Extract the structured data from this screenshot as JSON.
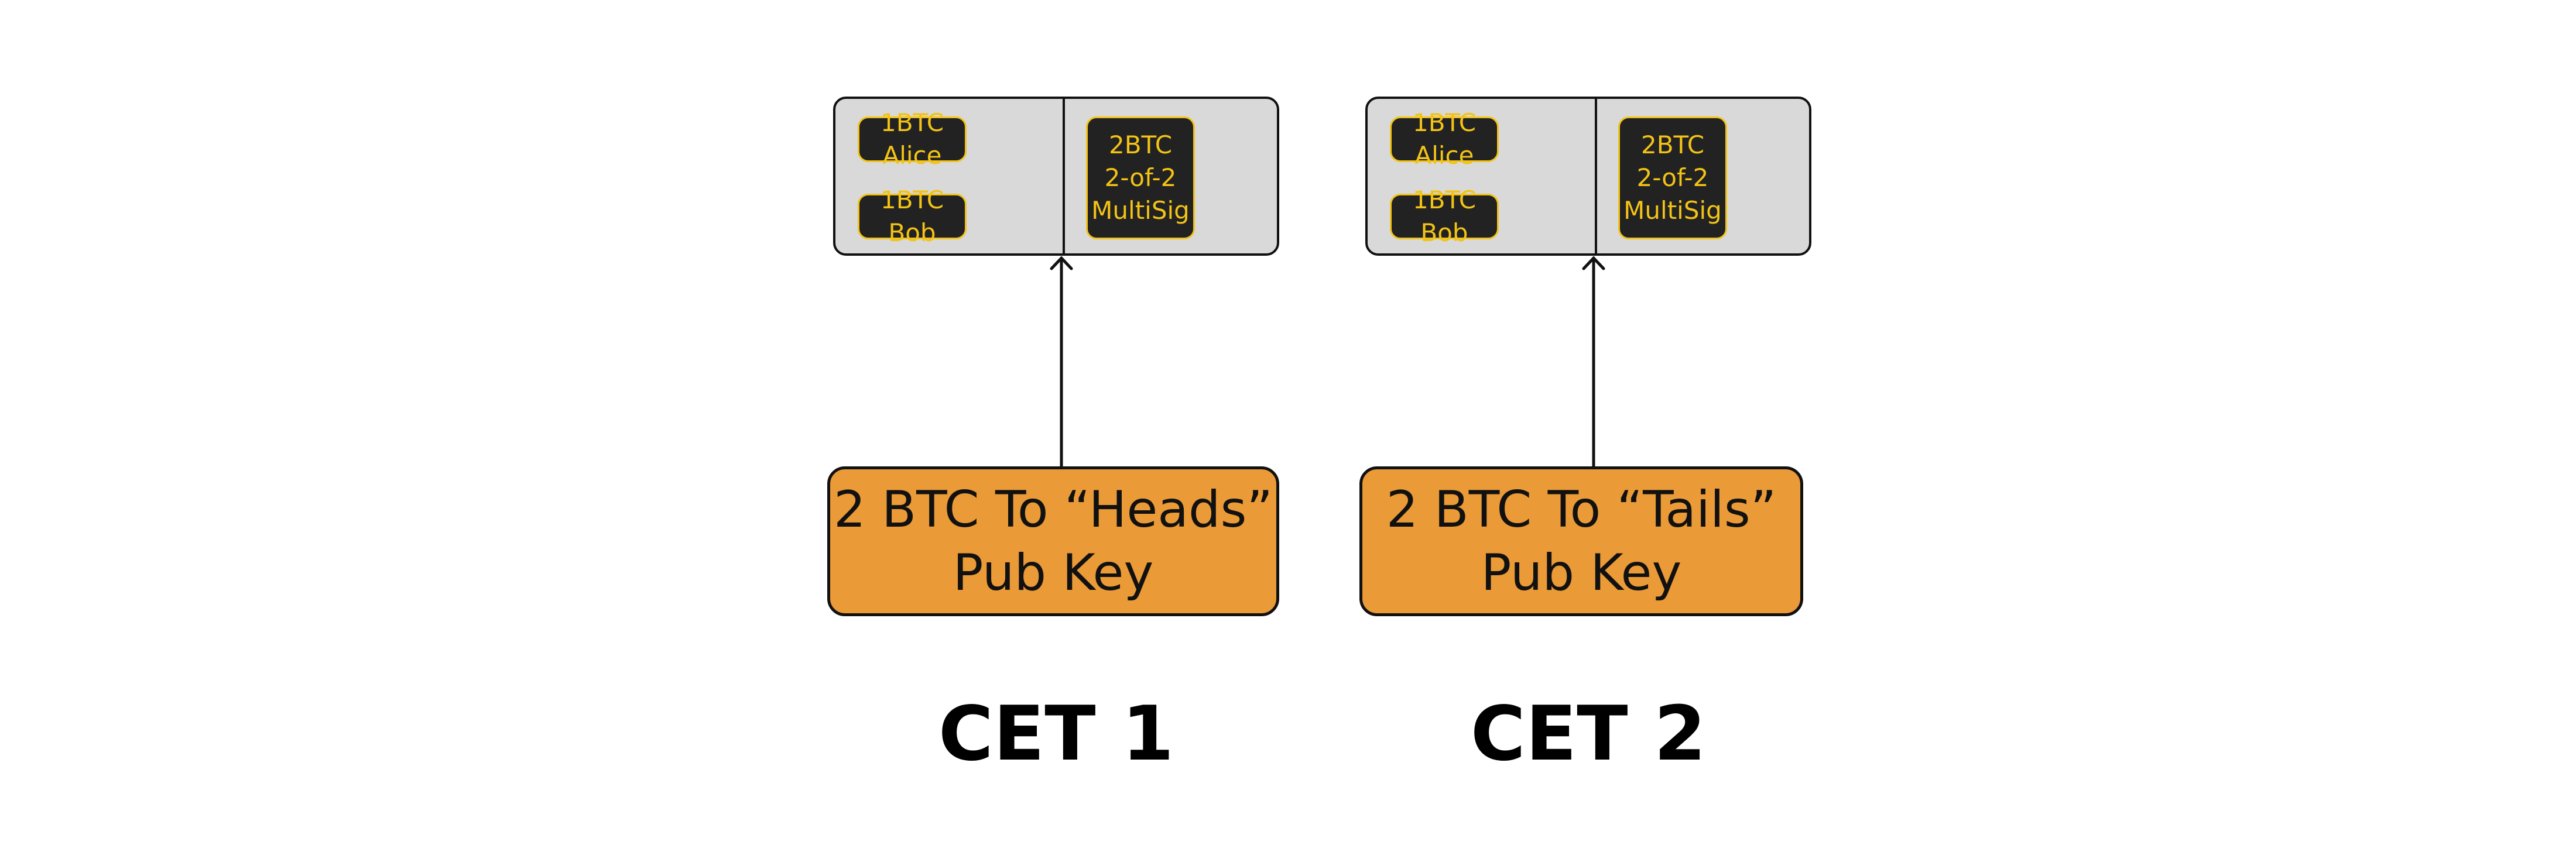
{
  "colors": {
    "background": "#ffffff",
    "tx_box_fill": "#d9d9d9",
    "output_fill": "#222222",
    "output_accent": "#f2c316",
    "oracle_box_fill": "#ea9a36",
    "stroke": "#111111"
  },
  "cets": [
    {
      "label": "CET 1",
      "outputs": {
        "alice": "1BTC Alice",
        "bob": "1BTC Bob",
        "multisig": "2BTC\n2-of-2\nMultiSig"
      },
      "oracle_box": "2 BTC To “Heads”\nPub Key"
    },
    {
      "label": "CET 2",
      "outputs": {
        "alice": "1BTC Alice",
        "bob": "1BTC Bob",
        "multisig": "2BTC\n2-of-2\nMultiSig"
      },
      "oracle_box": "2 BTC To “Tails”\nPub Key"
    }
  ]
}
